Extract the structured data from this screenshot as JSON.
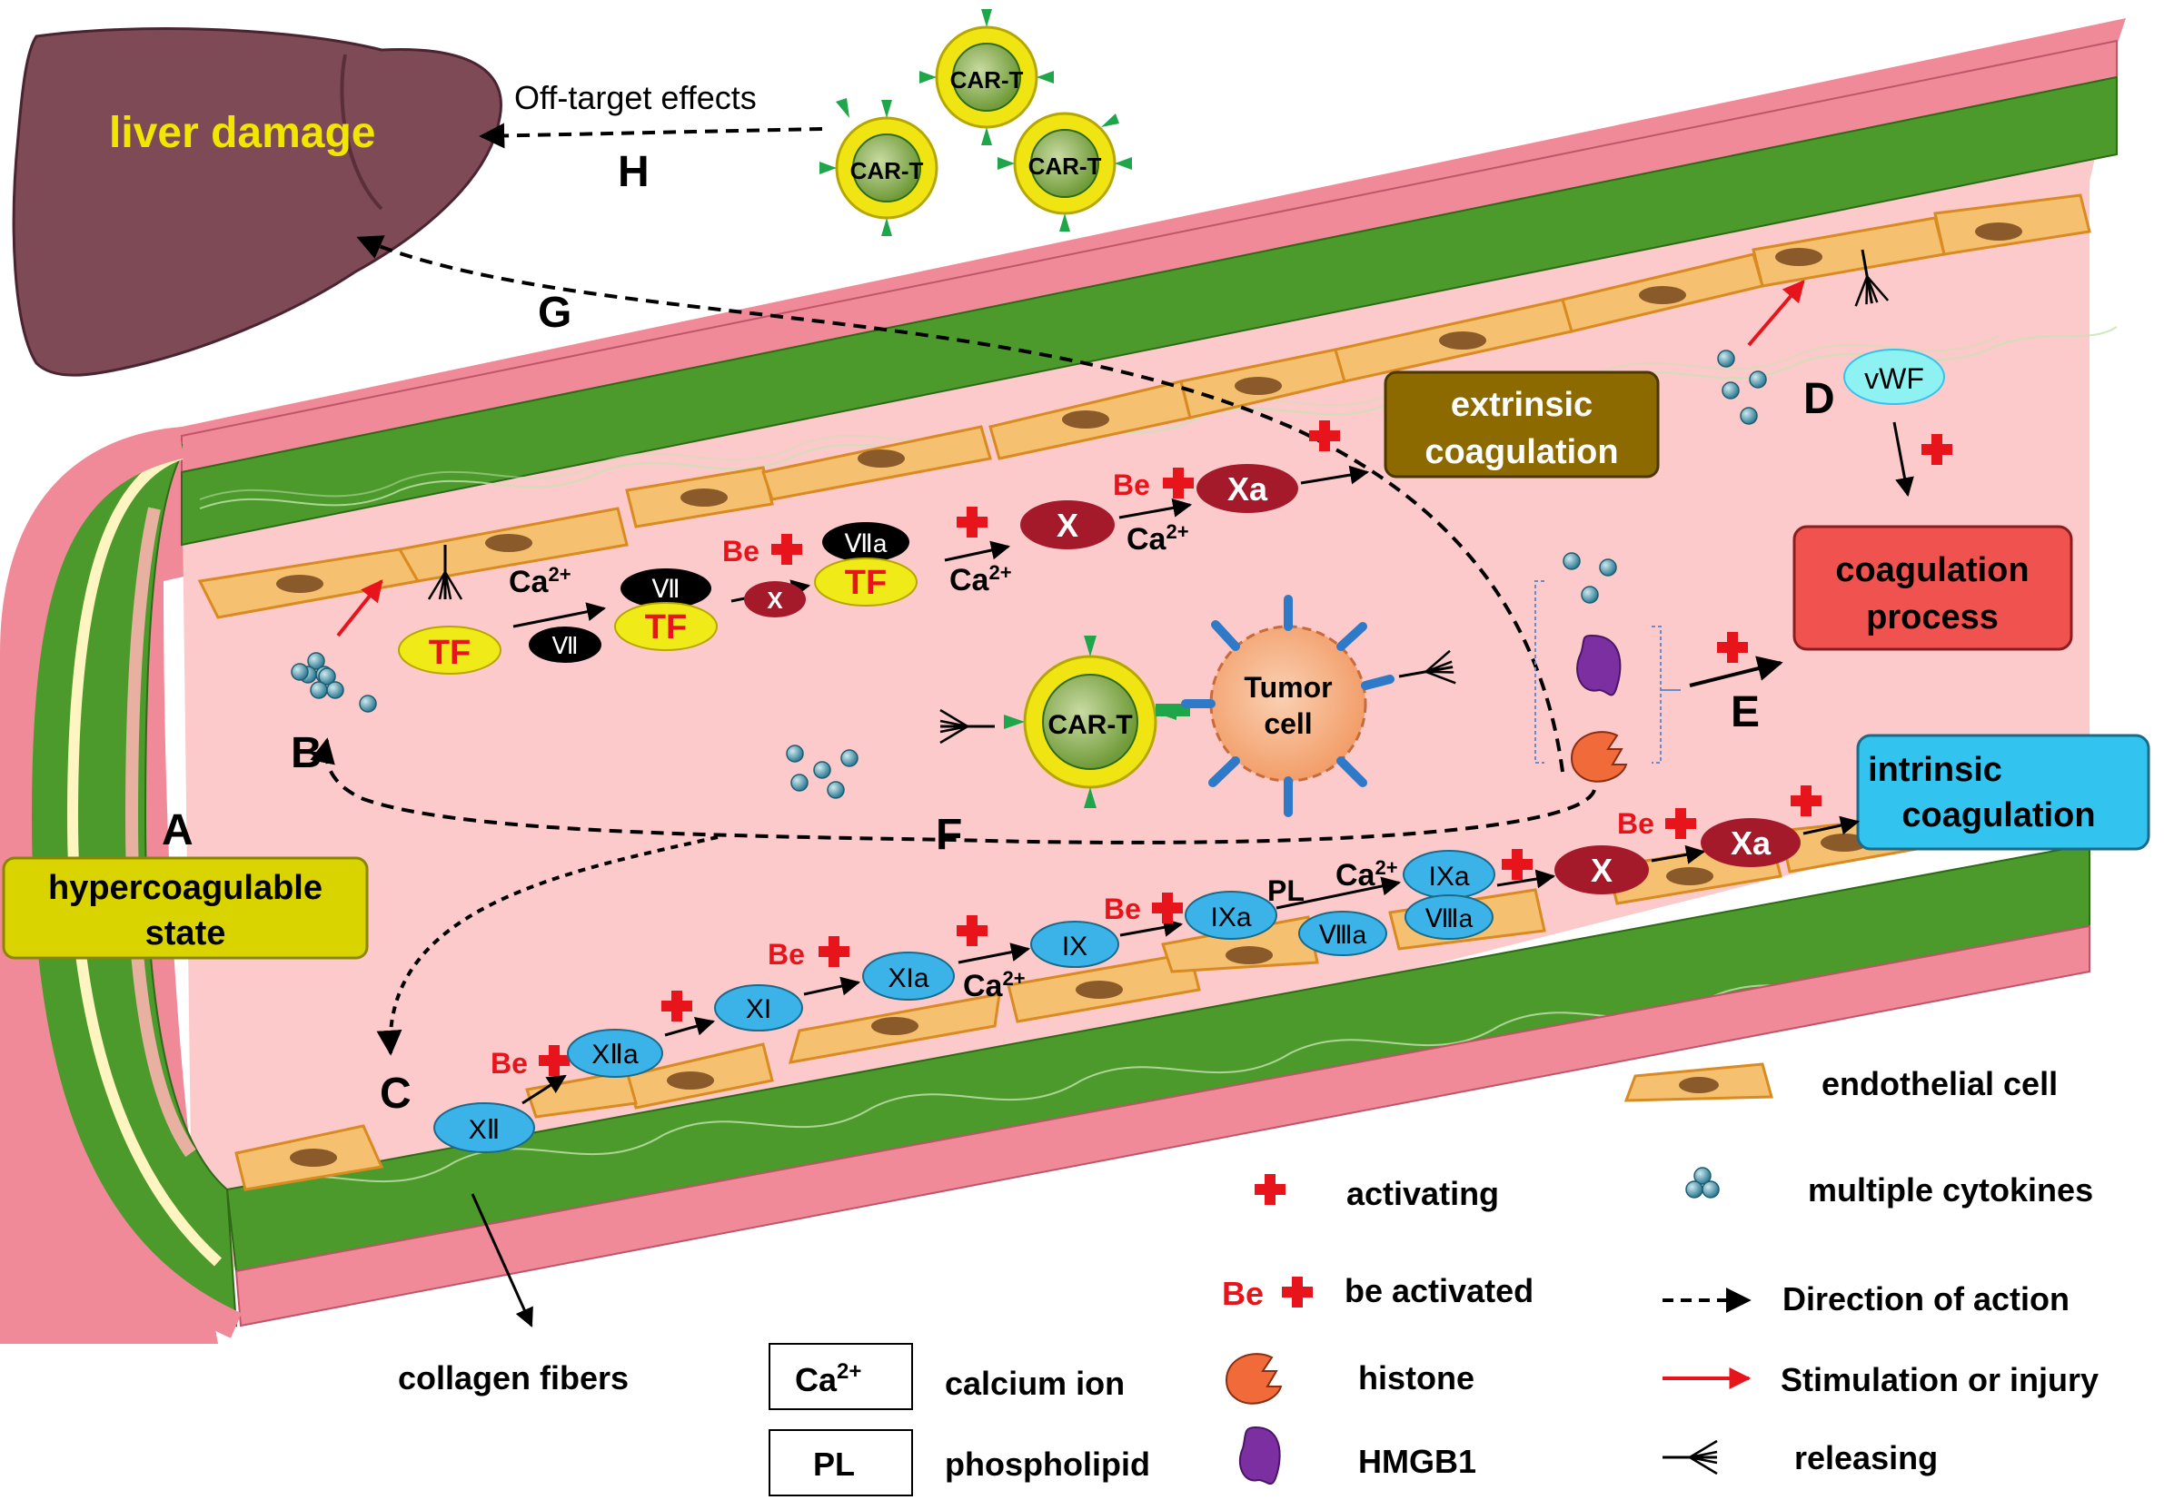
{
  "labels": {
    "liver": "liver damage",
    "offtarget": "Off-target effects",
    "H": "H",
    "G": "G",
    "D": "D",
    "B": "B",
    "A": "A",
    "C": "C",
    "E": "E",
    "F": "F",
    "hyper_line1": "hypercoagulable",
    "hyper_line2": "state",
    "extrinsic_line1": "extrinsic",
    "extrinsic_line2": "coagulation",
    "coag_line1": "coagulation",
    "coag_line2": "process",
    "intrinsic_line1": "intrinsic",
    "intrinsic_line2": "coagulation",
    "cart": "CAR-T",
    "tumor_line1": "Tumor",
    "tumor_line2": "cell",
    "vwf": "vWF"
  },
  "extrinsic": {
    "tf": "TF",
    "vii": "Ⅶ",
    "viia": "Ⅶa",
    "x": "X",
    "xa": "Xa",
    "be": "Be",
    "ca_base": "Ca",
    "ca_sup": "2+"
  },
  "intrinsic": {
    "xii": "XⅡ",
    "xiia": "XⅡa",
    "xi": "XI",
    "xia": "XIa",
    "ix": "IX",
    "ixa": "IXa",
    "viiia": "Ⅷa",
    "x": "X",
    "xa": "Xa",
    "pl": "PL",
    "be": "Be"
  },
  "legend": {
    "endothelial": "endothelial cell",
    "activating": "activating",
    "cytokines": "multiple cytokines",
    "be_prefix": "Be",
    "be_activated": "be activated",
    "direction": "Direction of action",
    "ca_box_base": "Ca",
    "ca_box_sup": "2+",
    "calcium": "calcium ion",
    "histone": "histone",
    "stimulation": "Stimulation or injury",
    "pl_box": "PL",
    "phospholipid": "phospholipid",
    "hmgb1": "HMGB1",
    "releasing": "releasing",
    "collagen": "collagen fibers"
  },
  "colors": {
    "vessel_lumen": "#fccaca",
    "adventitia": "#f08a98",
    "muscle": "#4d9a2c",
    "endothelium": "#f5c170",
    "endo_nucleus": "#8b5a2b",
    "liver": "#7d4a55",
    "label_yellow": "#d9d400",
    "label_brown": "#8c6a00",
    "label_red": "#f0524f",
    "label_blue": "#33c3ef",
    "factor_blue": "#3bb3e8",
    "factor_dark_red": "#a51a2a",
    "tf_yellow": "#f0ea18",
    "activator_red": "#e8141b",
    "cart_yellow": "#f0e512",
    "tumor_orange": "#f3a574"
  }
}
